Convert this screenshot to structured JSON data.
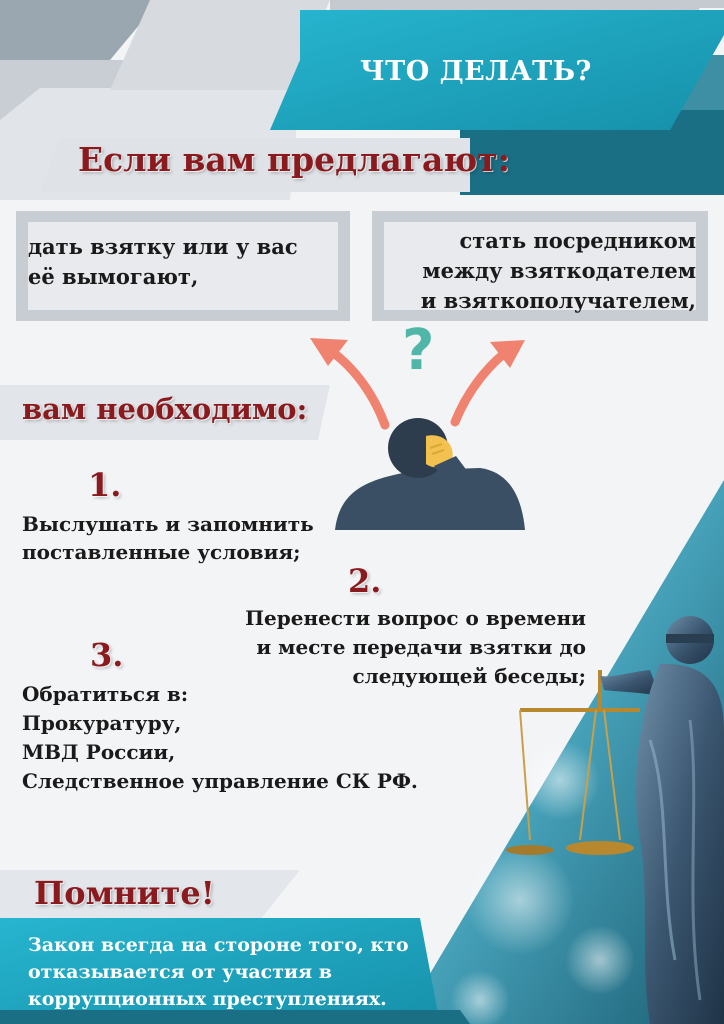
{
  "header": {
    "title": "ЧТО ДЕЛАТЬ?"
  },
  "offer": {
    "heading": "Если вам предлагают:",
    "left_box": [
      "дать взятку или у вас",
      "её вымогают,"
    ],
    "right_box": [
      "стать посредником",
      "между взяткодателем",
      "и взяткополучателем,"
    ]
  },
  "question_mark": "?",
  "action": {
    "heading": "вам необходимо:",
    "steps": [
      {
        "number": "1.",
        "lines": [
          "Выслушать и запомнить",
          "поставленные условия;"
        ]
      },
      {
        "number": "2.",
        "lines": [
          "Перенести вопрос о времени",
          "и месте передачи взятки до",
          "следующей беседы;"
        ]
      },
      {
        "number": "3.",
        "lines": [
          "Обратиться в:",
          "Прокуратуру,",
          "МВД России,",
          "Следственное управление СК РФ."
        ]
      }
    ]
  },
  "remember": {
    "heading": "Помните!",
    "lines": [
      "Закон всегда на стороне того, кто",
      "отказывается от участия в",
      "коррупционных преступлениях."
    ]
  },
  "colors": {
    "accent_teal": "#1eaac4",
    "dark_teal": "#1b6f84",
    "title_red": "#8b1a1f",
    "arrow": "#f0836f"
  },
  "icons": [
    "thinking-person-icon",
    "arrow-left-icon",
    "arrow-right-icon",
    "question-mark-icon",
    "themis-statue-icon",
    "scales-icon"
  ]
}
